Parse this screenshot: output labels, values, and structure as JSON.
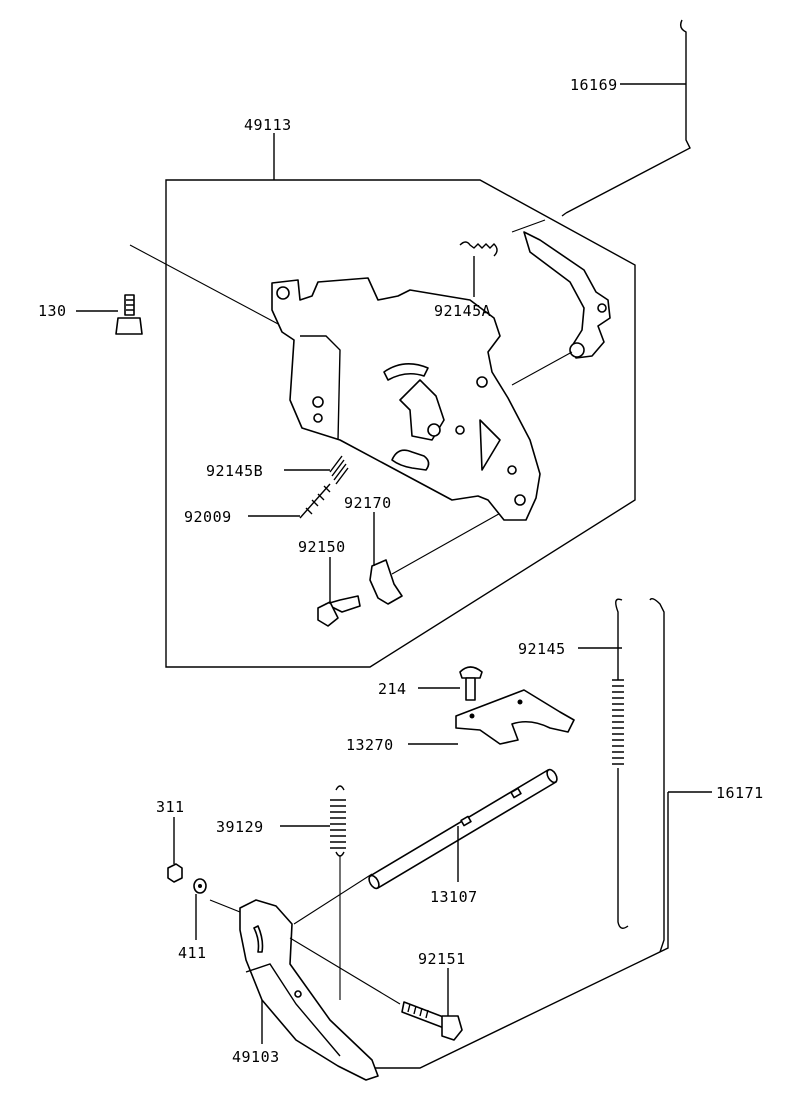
{
  "diagram": {
    "labels": {
      "p16169": "16169",
      "p49113": "49113",
      "p130": "130",
      "p92145A": "92145A",
      "p92145B": "92145B",
      "p92009": "92009",
      "p92170": "92170",
      "p92150": "92150",
      "p92145": "92145",
      "p214": "214",
      "p13270": "13270",
      "p16171": "16171",
      "p311": "311",
      "p39129": "39129",
      "p13107": "13107",
      "p411": "411",
      "p92151": "92151",
      "p49103": "49103"
    }
  }
}
